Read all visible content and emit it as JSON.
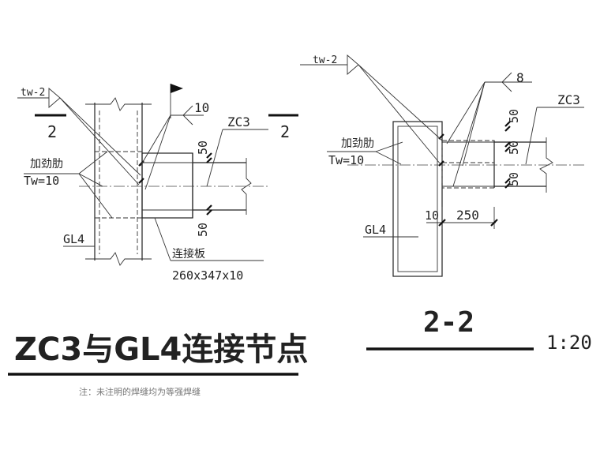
{
  "title": {
    "main": "ZC3与GL4连接节点",
    "note": "注：未注明的焊缝均为等强焊缝"
  },
  "section": {
    "name": "2-2",
    "scale": "1:20"
  },
  "left_view": {
    "weld_tw": "tw-2",
    "section_mark_left": "2",
    "section_mark_right": "2",
    "weld_size": "10",
    "member_zc3": "ZC3",
    "dim_upper": "50",
    "dim_lower": "50",
    "stiffener_label": "加劲肋",
    "stiffener_tw": "Tw=10",
    "member_gl4": "GL4",
    "plate_label": "连接板",
    "plate_size": "260x347x10"
  },
  "right_view": {
    "weld_tw": "tw-2",
    "weld_size": "8",
    "member_zc3": "ZC3",
    "dim_a": "50",
    "dim_b": "50",
    "dim_c": "50",
    "stiffener_label": "加劲肋",
    "stiffener_tw": "Tw=10",
    "dim_gap": "10",
    "dim_len": "250",
    "member_gl4": "GL4"
  }
}
